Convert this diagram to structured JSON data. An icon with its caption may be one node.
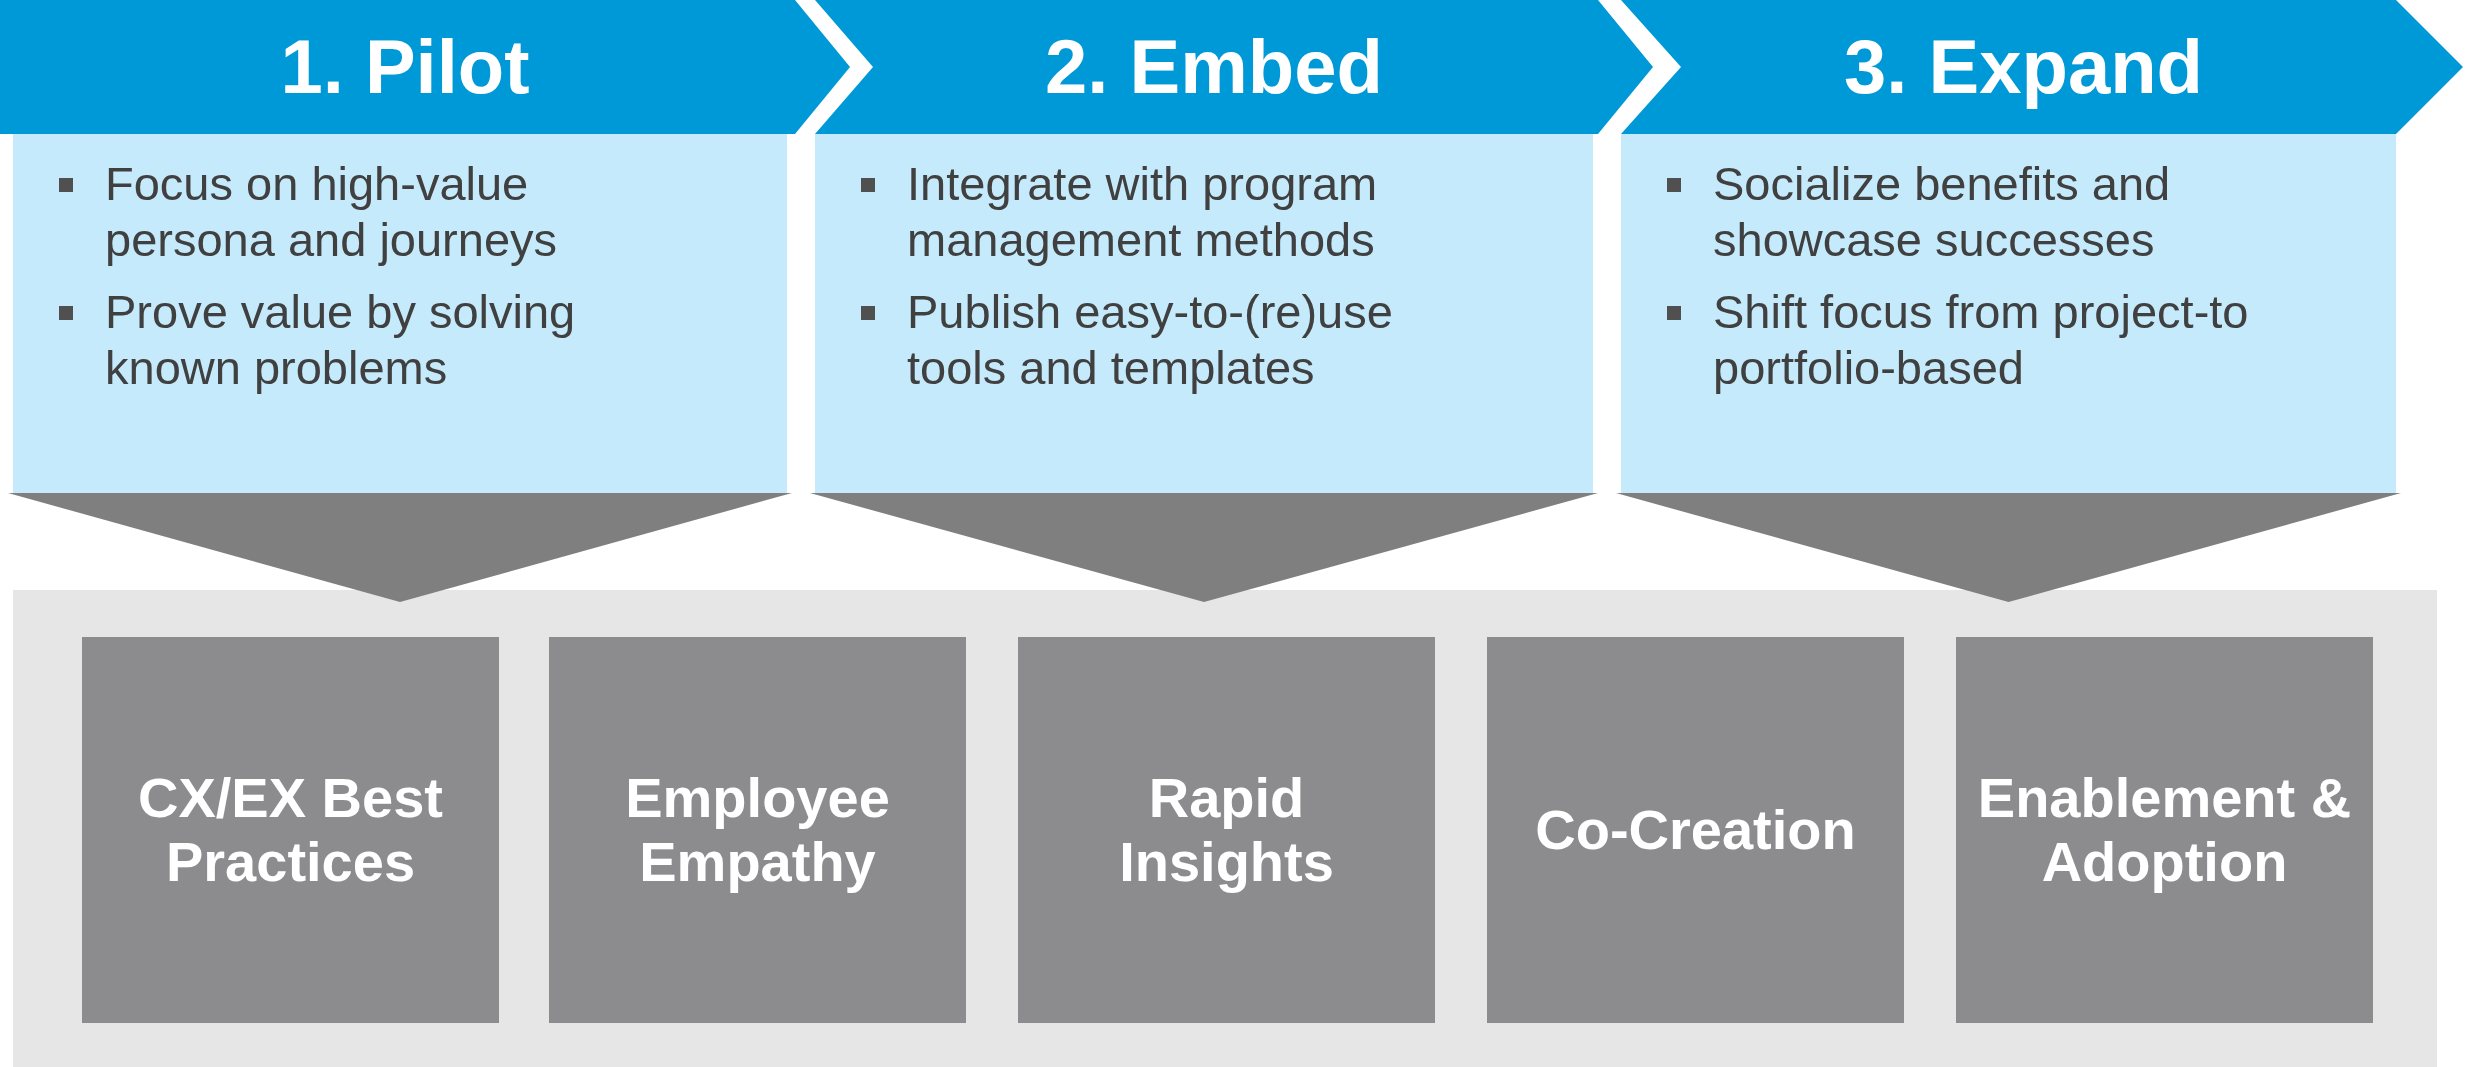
{
  "diagram": {
    "nodes": [
      {
        "text": [
          "1. Pilot",
          "Focus on high-value persona and journeys",
          "Prove value by solving known problems"
        ]
      },
      {
        "text": [
          "2. Embed",
          "Integrate with program management methods",
          "Publish easy-to-(re)use tools and templates"
        ]
      },
      {
        "text": [
          "3. Expand",
          "Socialize benefits and showcase successes",
          "Shift focus from project-to portfolio-based"
        ]
      },
      {
        "text": [],
        "shape": "triangle"
      },
      {
        "text": [],
        "shape": "triangle"
      },
      {
        "text": [],
        "shape": "triangle"
      },
      {
        "text": [],
        "shape": "box"
      },
      {
        "text": [
          "CX/EX Best Practices"
        ],
        "in": 6
      },
      {
        "text": [
          "Employee Empathy"
        ],
        "in": 6
      },
      {
        "text": [
          "Rapid Insights"
        ],
        "in": 6
      },
      {
        "text": [
          "Co-Creation"
        ],
        "in": 6
      },
      {
        "text": [
          "Enablement & Adoption"
        ],
        "in": 6
      }
    ]
  }
}
